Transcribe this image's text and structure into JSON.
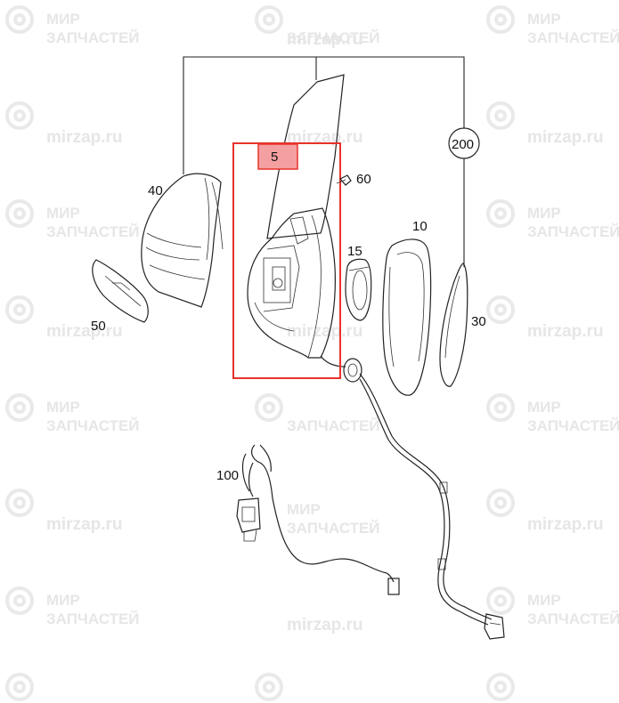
{
  "watermark": {
    "line1": "МИР",
    "line2": "ЗАПЧАСТЕЙ",
    "site": "mirzap.ru"
  },
  "diagram": {
    "highlight_color": "#e8322b",
    "highlight_fill": "#f4a0a0",
    "labels": {
      "p5": "5",
      "p10": "10",
      "p15": "15",
      "p30": "30",
      "p40": "40",
      "p50": "50",
      "p60": "60",
      "p100": "100",
      "p200": "200"
    }
  }
}
